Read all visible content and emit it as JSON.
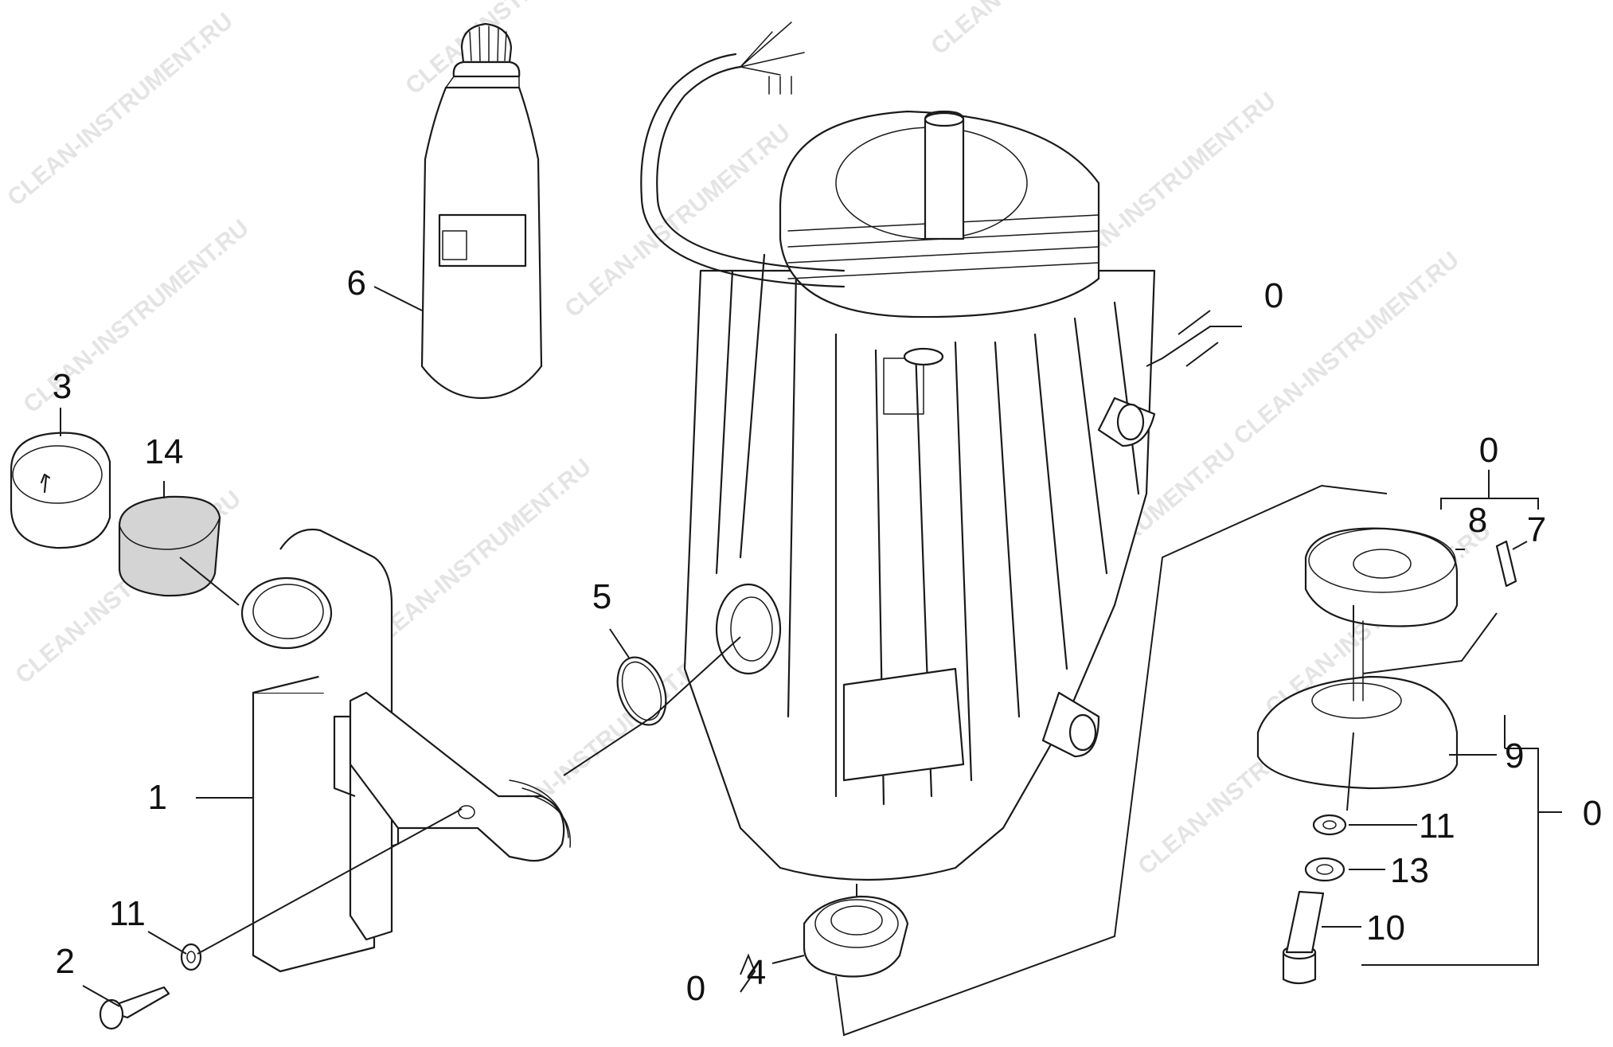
{
  "watermark": "CLEAN-INSTRUMENT.RU",
  "colors": {
    "line": "#1a1a1a",
    "filter_fill": "#d4d4d4",
    "watermark": "#cfcfcf",
    "background": "#ffffff"
  },
  "labels": {
    "l1": "1",
    "l2": "2",
    "l3": "3",
    "l4": "4",
    "l5": "5",
    "l6": "6",
    "l7": "7",
    "l8": "8",
    "l9": "9",
    "l10": "10",
    "l11a": "11",
    "l11b": "11",
    "l13": "13",
    "l14": "14",
    "l0_motor": "0",
    "l0_bearing": "0",
    "l0_foot": "0",
    "l0_seal": "0"
  }
}
